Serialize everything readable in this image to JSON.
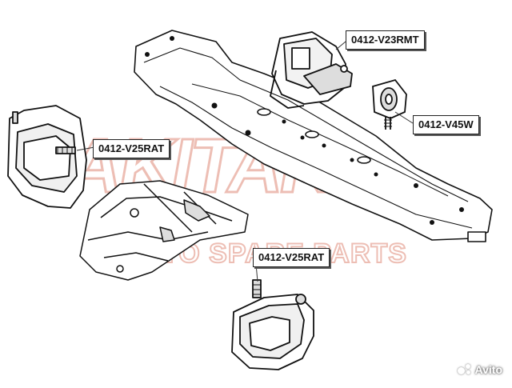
{
  "watermark": {
    "brand": "AKITAKA",
    "tagline": "AUTO SPARE PARTS",
    "color": "#e8a89a"
  },
  "labels": {
    "top_right": "0412-V23RMT",
    "right": "0412-V45W",
    "left": "0412-V25RAT",
    "bottom": "0412-V25RAT"
  },
  "marketplace": {
    "name": "Avito"
  }
}
